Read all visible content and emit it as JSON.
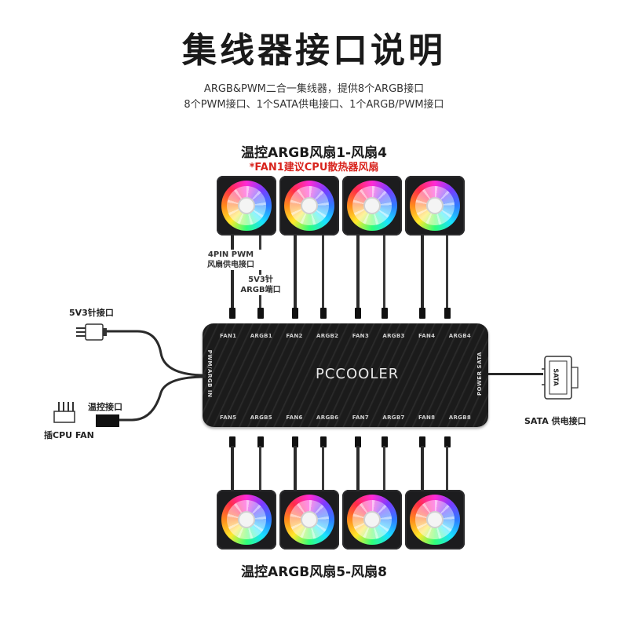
{
  "header": {
    "title": "集线器接口说明",
    "subtitle_line1": "ARGB&PWM二合一集线器，提供8个ARGB接口",
    "subtitle_line2": "8个PWM接口、1个SATA供电接口、1个ARGB/PWM接口"
  },
  "top_group": {
    "label": "温控ARGB风扇1-风扇4",
    "note": "*FAN1建议CPU散热器风扇",
    "fan_count": 4
  },
  "bottom_group": {
    "label": "温控ARGB风扇5-风扇8",
    "fan_count": 4
  },
  "callouts": {
    "pwm_4pin_line1": "4PIN PWM",
    "pwm_4pin_line2": "风扇供电接口",
    "argb_5v3_line1": "5V3针",
    "argb_5v3_line2": "ARGB端口",
    "left_5v3": "5V3针接口",
    "left_temp": "温控接口",
    "left_cpu": "插CPU FAN",
    "right_sata": "SATA 供电接口",
    "sata_plug_text": "SATA"
  },
  "hub": {
    "logo": "PCCOOLER",
    "left_vertical": "PWM/ARGB IN",
    "right_vertical": "POWER SATA",
    "top_ports": [
      "FAN1",
      "ARGB1",
      "FAN2",
      "ARGB2",
      "FAN3",
      "ARGB3",
      "FAN4",
      "ARGB4"
    ],
    "bottom_ports": [
      "FAN5",
      "ARGB5",
      "FAN6",
      "ARGB6",
      "FAN7",
      "ARGB7",
      "FAN8",
      "ARGB8"
    ]
  },
  "colors": {
    "warning": "#d8231c",
    "hub_body": "#1b1b1b",
    "cable": "#2a2a2a"
  }
}
